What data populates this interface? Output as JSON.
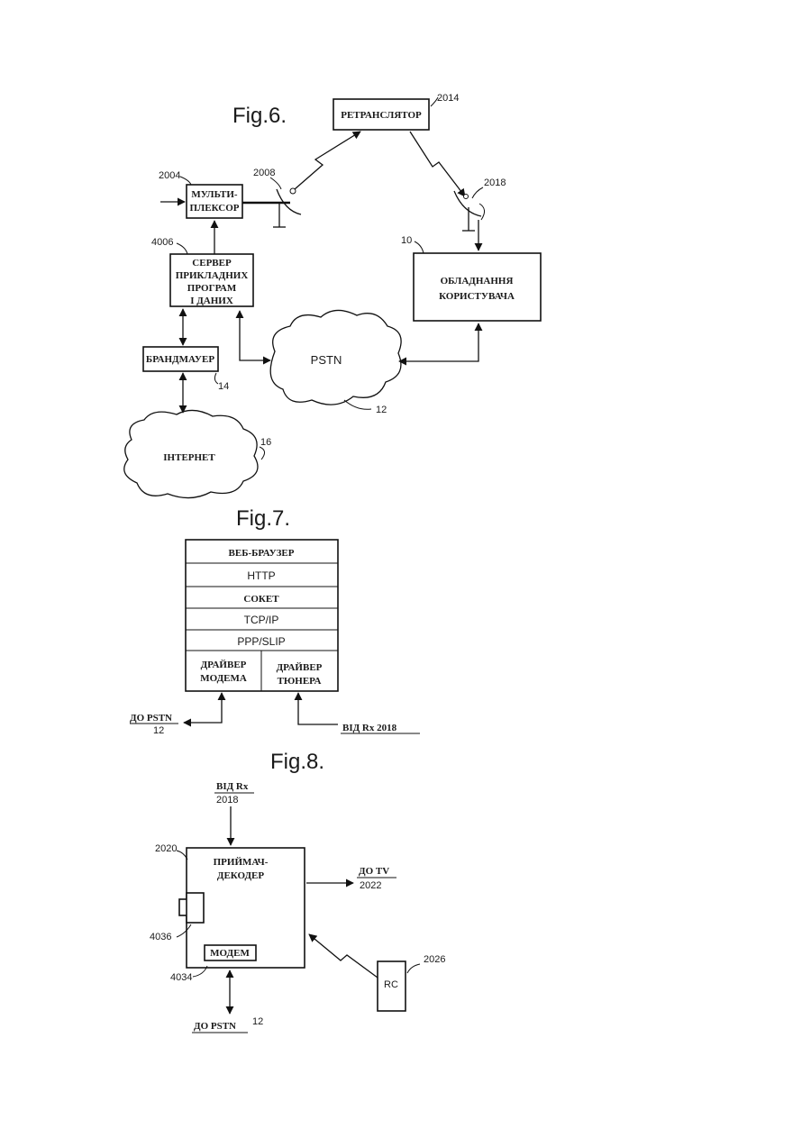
{
  "fig6": {
    "title": "Fig.6.",
    "retranslator": {
      "label": "РЕТРАНСЛЯТОР",
      "ref": "2014"
    },
    "multiplexer": {
      "line1": "МУЛЬТИ-",
      "line2": "ПЛЕКСОР",
      "ref": "2004"
    },
    "antenna_tx_ref": "2008",
    "antenna_rx_ref": "2018",
    "server": {
      "line1": "СЕРВЕР",
      "line2": "ПРИКЛАДНИХ",
      "line3": "ПРОГРАМ",
      "line4": "І ДАНИХ",
      "ref": "4006"
    },
    "user_equipment": {
      "line1": "ОБЛАДНАННЯ",
      "line2": "КОРИСТУВАЧА",
      "ref": "10"
    },
    "firewall": {
      "label": "БРАНДМАУЕР",
      "ref": "14"
    },
    "pstn": {
      "label": "PSTN",
      "ref": "12"
    },
    "internet": {
      "label": "ІНТЕРНЕТ",
      "ref": "16"
    }
  },
  "fig7": {
    "title": "Fig.7.",
    "layers": [
      "ВЕБ-БРАУЗЕР",
      "HTTP",
      "СОКЕТ",
      "TCP/IP",
      "PPP/SLIP"
    ],
    "modem_driver": {
      "line1": "ДРАЙВЕР",
      "line2": "МОДЕМА"
    },
    "tuner_driver": {
      "line1": "ДРАЙВЕР",
      "line2": "ТЮНЕРА"
    },
    "to_pstn": {
      "label": "ДО PSTN",
      "ref": "12"
    },
    "from_rx": "ВІД Rx 2018"
  },
  "fig8": {
    "title": "Fig.8.",
    "from_rx": {
      "label": "ВІД Rx",
      "ref": "2018"
    },
    "receiver": {
      "line1": "ПРИЙМАЧ-",
      "line2": "ДЕКОДЕР",
      "ref": "2020"
    },
    "to_tv": {
      "label": "ДО TV",
      "ref": "2022"
    },
    "slot_ref": "4036",
    "modem": {
      "label": "МОДЕМ",
      "ref": "4034"
    },
    "rc": {
      "label": "RC",
      "ref": "2026"
    },
    "to_pstn": {
      "label": "ДО PSTN",
      "ref": "12"
    }
  }
}
